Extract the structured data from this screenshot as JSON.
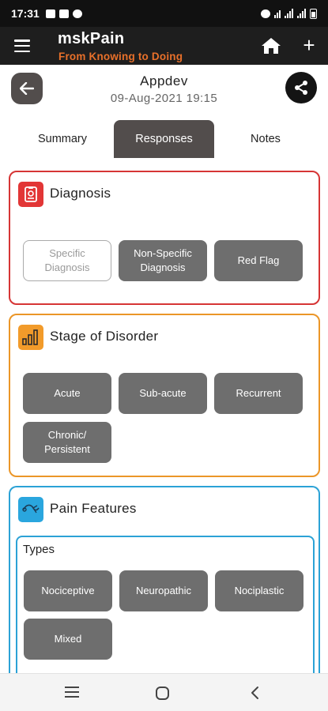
{
  "status_bar": {
    "time": "17:31"
  },
  "app_bar": {
    "title": "mskPain",
    "subtitle": "From Knowing to Doing"
  },
  "header": {
    "name": "Appdev",
    "date": "09-Aug-2021 19:15"
  },
  "tabs": [
    {
      "label": "Summary",
      "active": false
    },
    {
      "label": "Responses",
      "active": true
    },
    {
      "label": "Notes",
      "active": false
    }
  ],
  "diagnosis": {
    "title": "Diagnosis",
    "icon": "diagnosis-icon",
    "color": "#e23636",
    "options": [
      {
        "label": "Specific Diagnosis",
        "selected": false
      },
      {
        "label": "Non-Specific Diagnosis",
        "selected": true
      },
      {
        "label": "Red Flag",
        "selected": true
      }
    ]
  },
  "stage": {
    "title": "Stage of Disorder",
    "icon": "bar-chart-icon",
    "color": "#f29b2a",
    "options": [
      {
        "label": "Acute"
      },
      {
        "label": "Sub-acute"
      },
      {
        "label": "Recurrent"
      },
      {
        "label": "Chronic/ Persistent"
      }
    ]
  },
  "pain": {
    "title": "Pain Features",
    "icon": "nerve-icon",
    "color": "#2aa6de",
    "types": {
      "title": "Types",
      "options": [
        {
          "label": "Nociceptive"
        },
        {
          "label": "Neuropathic"
        },
        {
          "label": "Nociplastic"
        },
        {
          "label": "Mixed"
        }
      ]
    }
  }
}
